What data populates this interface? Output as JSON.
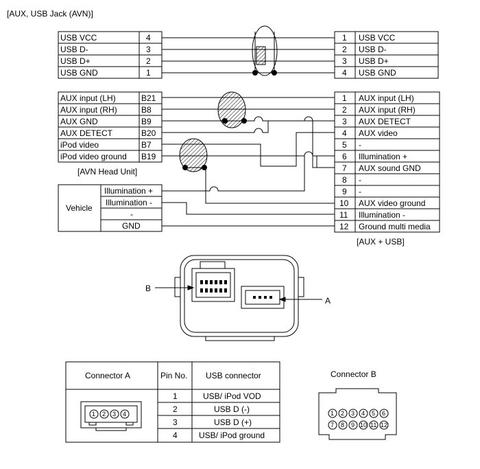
{
  "title": "[AUX, USB Jack (AVN)]",
  "usb_left": [
    {
      "name": "USB VCC",
      "pin": "4"
    },
    {
      "name": "USB D-",
      "pin": "3"
    },
    {
      "name": "USB D+",
      "pin": "2"
    },
    {
      "name": "USB GND",
      "pin": "1"
    }
  ],
  "usb_right": [
    {
      "pin": "1",
      "name": "USB VCC"
    },
    {
      "pin": "2",
      "name": "USB D-"
    },
    {
      "pin": "3",
      "name": "USB D+"
    },
    {
      "pin": "4",
      "name": "USB GND"
    }
  ],
  "avn_left": [
    {
      "name": "AUX input (LH)",
      "pin": "B21"
    },
    {
      "name": "AUX input (RH)",
      "pin": "B8"
    },
    {
      "name": "AUX GND",
      "pin": "B9"
    },
    {
      "name": "AUX DETECT",
      "pin": "B20"
    },
    {
      "name": "iPod video",
      "pin": "B7"
    },
    {
      "name": "iPod video ground",
      "pin": "B19"
    }
  ],
  "avn_label": "[AVN Head Unit]",
  "vehicle": {
    "label": "Vehicle",
    "rows": [
      "Illumination +",
      "Illumination -",
      "-",
      "GND"
    ]
  },
  "aux_right": [
    {
      "pin": "1",
      "name": "AUX input (LH)"
    },
    {
      "pin": "2",
      "name": "AUX input (RH)"
    },
    {
      "pin": "3",
      "name": "AUX DETECT"
    },
    {
      "pin": "4",
      "name": "AUX video"
    },
    {
      "pin": "5",
      "name": "-"
    },
    {
      "pin": "6",
      "name": "Illumination +"
    },
    {
      "pin": "7",
      "name": "AUX sound GND"
    },
    {
      "pin": "8",
      "name": "-"
    },
    {
      "pin": "9",
      "name": "-"
    },
    {
      "pin": "10",
      "name": "AUX video ground"
    },
    {
      "pin": "11",
      "name": "Illumination -"
    },
    {
      "pin": "12",
      "name": "Ground multi media"
    }
  ],
  "aux_usb_label": "[AUX + USB]",
  "callouts": {
    "a": "A",
    "b": "B"
  },
  "table": {
    "headers": [
      "Connector A",
      "Pin No.",
      "USB connector"
    ],
    "rows": [
      {
        "pin": "1",
        "usb": "USB/ iPod VOD"
      },
      {
        "pin": "2",
        "usb": "USB D (-)"
      },
      {
        "pin": "3",
        "usb": "USB D (+)"
      },
      {
        "pin": "4",
        "usb": "USB/ iPod ground"
      }
    ]
  },
  "connector_a_pins": [
    "1",
    "2",
    "3",
    "4"
  ],
  "connector_b": {
    "label": "Connector B",
    "top_pins": [
      "1",
      "2",
      "3",
      "4",
      "5",
      "6"
    ],
    "bottom_pins": [
      "7",
      "8",
      "9",
      "10",
      "11",
      "12"
    ]
  }
}
